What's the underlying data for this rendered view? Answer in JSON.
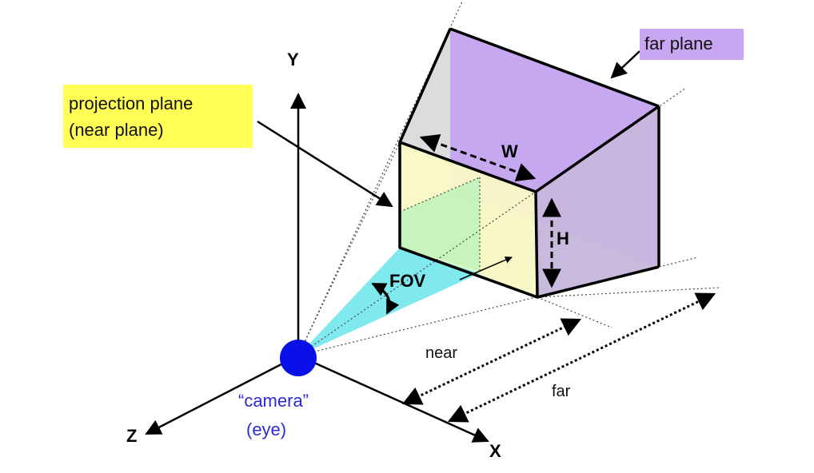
{
  "labels": {
    "y_axis": "Y",
    "x_axis": "X",
    "z_axis": "Z",
    "projection_plane_line1": "projection plane",
    "projection_plane_line2": "(near plane)",
    "far_plane": "far plane",
    "width": "W",
    "height": "H",
    "fov": "FOV",
    "near": "near",
    "far": "far",
    "camera_line1": "“camera”",
    "camera_line2": "(eye)"
  },
  "colors": {
    "projection_plane_box": "#ffff55",
    "far_plane_box": "#c9a6f2",
    "far_plane_face": "#b79be8",
    "near_plane_face": "#fbfbc4",
    "side_face": "#d9d9d9",
    "fov_wedge": "#7fe9ee",
    "fov_floor": "#b7f2c4",
    "camera": "#0a10e8",
    "camera_text": "#2b2bd6"
  }
}
